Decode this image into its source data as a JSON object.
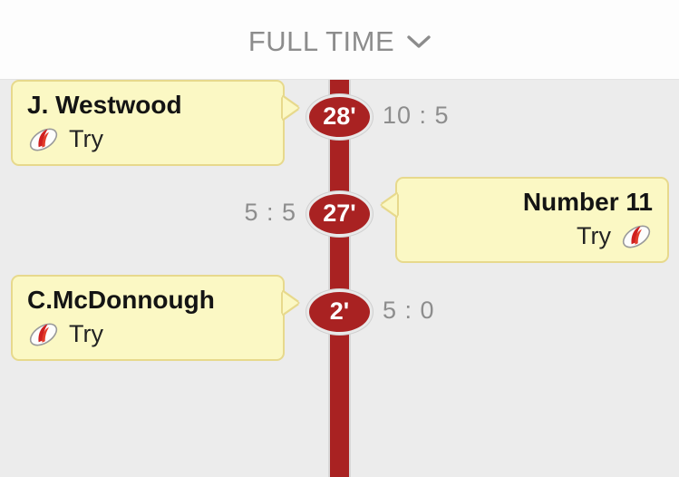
{
  "header": {
    "title": "FULL TIME",
    "chevron_icon": "chevron-down-icon",
    "title_color": "#8c8c8c"
  },
  "theme": {
    "page_background": "#ececec",
    "header_background": "#fdfdfd",
    "timeline_color": "#a92222",
    "badge_color": "#a92222",
    "badge_text_color": "#ffffff",
    "card_background": "#fbf8c4",
    "card_border": "#e7d98c",
    "score_color": "#8d8d8d"
  },
  "timeline": {
    "events": [
      {
        "minute": "28'",
        "score": "10 : 5",
        "side": "left",
        "player": "J. Westwood",
        "action": "Try",
        "action_icon": "rugby-ball-icon"
      },
      {
        "minute": "27'",
        "score": "5 : 5",
        "side": "right",
        "player": "Number 11",
        "action": "Try",
        "action_icon": "rugby-ball-icon"
      },
      {
        "minute": "2'",
        "score": "5 : 0",
        "side": "left",
        "player": "C.McDonnough",
        "action": "Try",
        "action_icon": "rugby-ball-icon"
      }
    ]
  }
}
